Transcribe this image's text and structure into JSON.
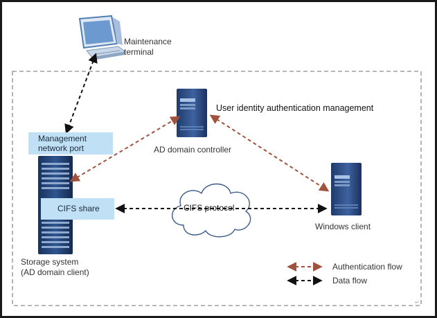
{
  "labels": {
    "maintenance_terminal": [
      "Maintenance",
      "terminal"
    ],
    "management_port": [
      "Management",
      "network port"
    ],
    "user_identity": "User identity authentication management",
    "ad_controller": "AD domain controller",
    "cifs_share": "CIFS share",
    "cifs_protocol": "CIFS protocol",
    "windows_client": "Windows client",
    "storage_system": [
      "Storage system",
      "(AD domain client)"
    ]
  },
  "legend": {
    "auth_flow": "Authentication flow",
    "data_flow": "Data flow"
  },
  "colors": {
    "auth_arrow": "#a0523c",
    "data_arrow": "#111111",
    "blue_label_bg": "#bfe0f5",
    "boundary": "#8c8c8c"
  },
  "icons": {
    "terminal": "computer-terminal-icon",
    "ad_server": "tower-server-icon",
    "windows_client": "tower-server-icon",
    "storage": "storage-rack-icon",
    "network": "cloud-icon"
  }
}
